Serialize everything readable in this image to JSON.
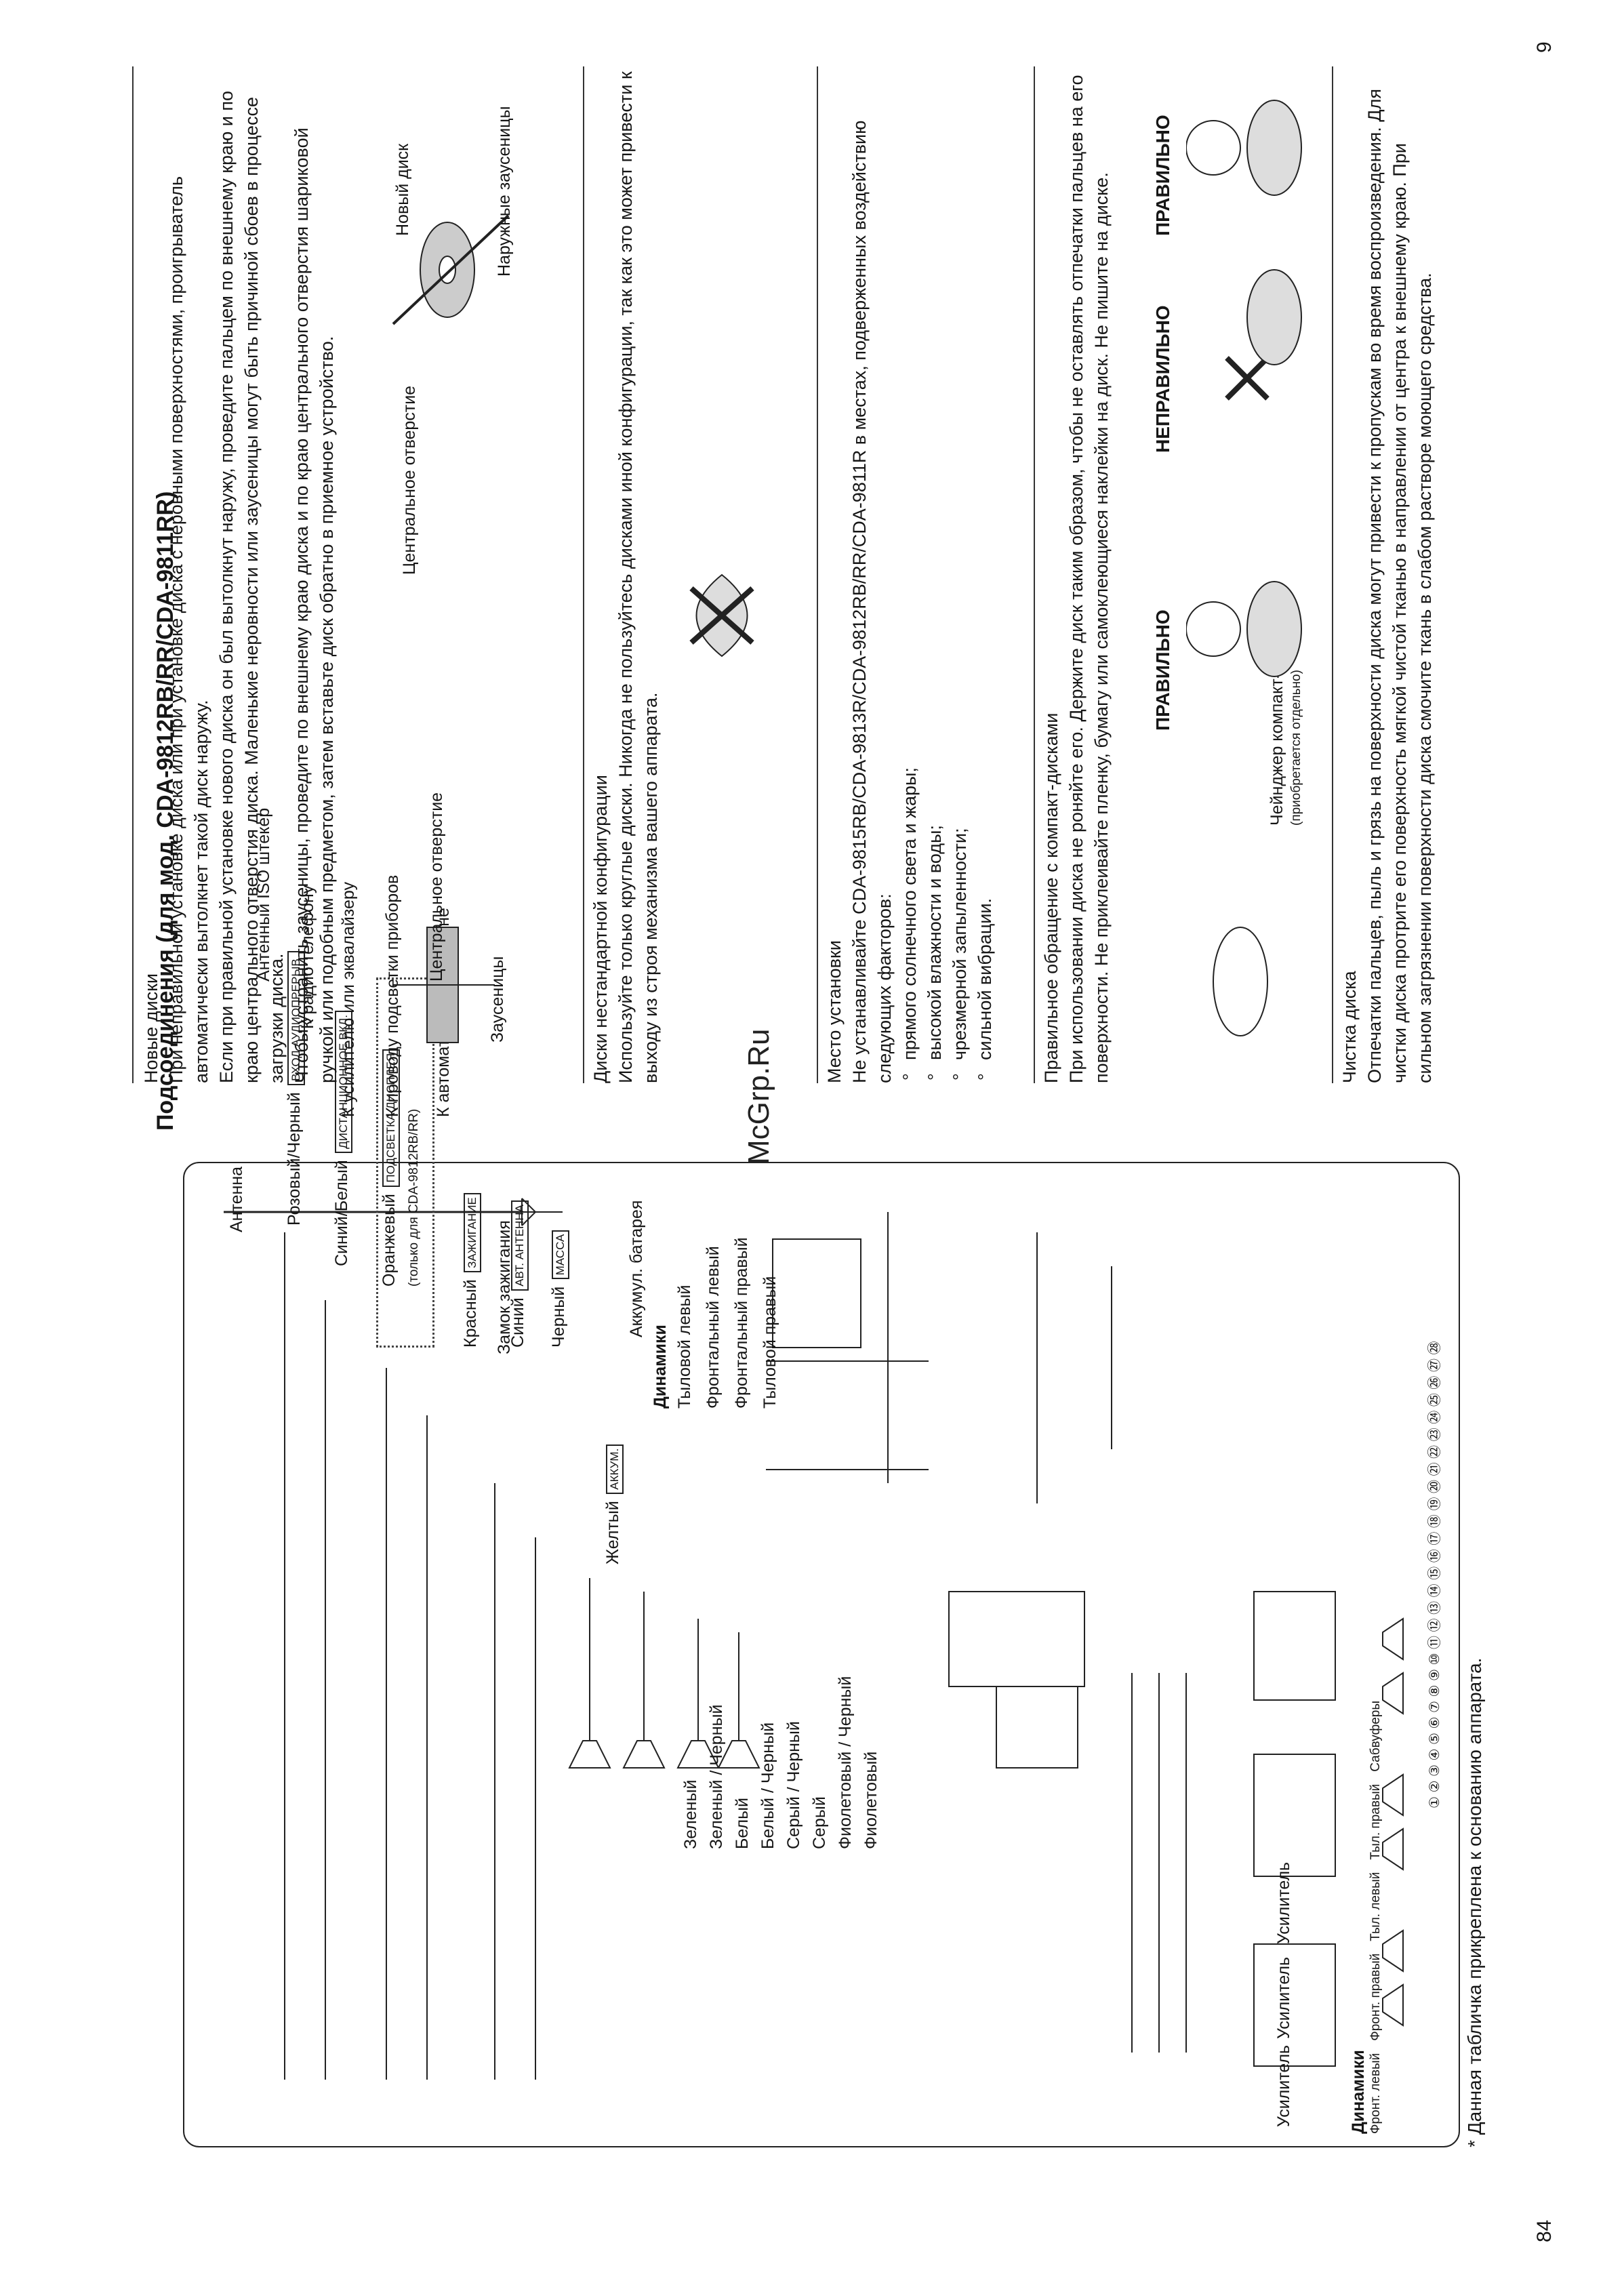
{
  "page_numbers": {
    "left": "84",
    "right": "9"
  },
  "watermark": "McGrp.Ru",
  "diagram": {
    "title": "Подсоединения (для мод. CDA-9812RB/RR/CDA-9811RR)",
    "antenna_label": "Антенна",
    "iso_plug": "Антенный ISO штекер",
    "wires": [
      {
        "color": "Розовый/Черный",
        "badge": "ВХОД АУДИОПРЕРЫВ.",
        "dest": "К радио телефону"
      },
      {
        "color": "Синий/Белый",
        "badge": "ДИСТАНЦИОННОЕ ВКЛ.",
        "dest": "К усилителю или эквалайзеру"
      },
      {
        "color": "Оранжевый",
        "badge": "ПОДСВЕТКА ДИСПЛЕЯ",
        "dest": "К проводу подсветки приборов"
      },
      {
        "color": "(только для CDA-9812RB/RR)",
        "badge": "",
        "dest": ""
      },
      {
        "color": "Красный",
        "badge": "ЗАЖИГАНИЕ",
        "dest": ""
      },
      {
        "color": "Синий",
        "badge": "АВТ. АНТЕННА",
        "dest": "К автоматической антенне"
      },
      {
        "color": "Черный",
        "badge": "МАССА",
        "dest": ""
      }
    ],
    "ignition": "Замок зажигания",
    "battery": "Аккумул. батарея",
    "yellow": "Желтый",
    "yellow_badge": "АККУМ.",
    "speaker_wires": [
      "Зеленый",
      "Зеленый / Черный",
      "Белый",
      "Белый / Черный",
      "Серый / Черный",
      "Серый",
      "Фиолетовый / Черный",
      "Фиолетовый"
    ],
    "speakers_header": "Динамики",
    "speakers": [
      "Тыловой левый",
      "Фронтальный левый",
      "Фронтальный правый",
      "Тыловой правый"
    ],
    "changer": "Чейнджер компакт-дисков",
    "changer_note": "(приобретается отдельно)",
    "amps": [
      "Усилитель",
      "Усилитель",
      "Усилитель"
    ],
    "speakers_right_header": "Динамики",
    "speakers_right": [
      "Фронт. левый",
      "Фронт. правый",
      "Тыл. левый",
      "Тыл. правый",
      "Сабвуферы"
    ],
    "footnote": "* Данная табличка прикреплена к основанию аппарата.",
    "numbers": [
      "①",
      "②",
      "③",
      "④",
      "⑤",
      "⑥",
      "⑦",
      "⑧",
      "⑨",
      "⑩",
      "⑪",
      "⑫",
      "⑬",
      "⑭",
      "⑮",
      "⑯",
      "⑰",
      "⑱",
      "⑲",
      "⑳",
      "㉑",
      "㉒",
      "㉓",
      "㉔",
      "㉕",
      "㉖",
      "㉗",
      "㉘"
    ]
  },
  "text": {
    "s1_title": "Новые диски",
    "s1_p1": "При неправильной установке диска или при установке диска с неровными поверхностями, проигрыватель автоматически вытолкнет такой диск наружу.",
    "s1_p2": "Если при правильной установке нового диска он был вытолкнут наружу, проведите пальцем по внешнему краю и по краю центрального отверстия диска. Маленькие неровности или заусеницы могут быть причиной сбоев в процессе загрузки диска.",
    "s1_p3": "Чтобы устранить заусеницы, проведите по внешнему краю диска и по краю центрального отверстия шариковой ручкой или подобным предметом, затем вставьте диск обратно в приемное устройство.",
    "fig1": {
      "center_hole": "Центральное отверстие",
      "burrs": "Заусеницы",
      "center_hole2": "Центральное отверстие",
      "new_disc": "Новый диск",
      "outer_burrs": "Наружные заусеницы"
    },
    "s2_title": "Диски нестандартной конфигурации",
    "s2_p": "Используйте только круглые диски. Никогда не пользуйтесь дисками иной конфигурации, так как это может привести к выходу из строя механизма вашего аппарата.",
    "s3_title": "Место установки",
    "s3_p": "Не устанавливайте CDA-9815RB/CDA-9813R/CDA-9812RB/RR/CDA-9811R в местах, подверженных воздействию следующих факторов:",
    "s3_list": [
      "прямого солнечного света и жары;",
      "высокой влажности и воды;",
      "чрезмерной запыленности;",
      "сильной вибрации."
    ],
    "s4_title": "Правильное обращение с компакт-дисками",
    "s4_p": "При использовании диска не роняйте его. Держите диск таким образом, чтобы не оставлять отпечатки пальцев на его поверхности. Не приклеивайте пленку, бумагу или самоклеющиеся наклейки на диск. Не пишите на диске.",
    "fig_labels": [
      "ПРАВИЛЬНО",
      "НЕПРАВИЛЬНО",
      "ПРАВИЛЬНО"
    ],
    "s5_title": "Чистка диска",
    "s5_p": "Отпечатки пальцев, пыль и грязь на поверхности диска могут привести к пропускам во время воспроизведения. Для чистки диска протрите его поверхность мягкой чистой тканью в направлении от центра к внешнему краю. При сильном загрязнении поверхности диска смочите ткань в слабом растворе моющего средства."
  }
}
